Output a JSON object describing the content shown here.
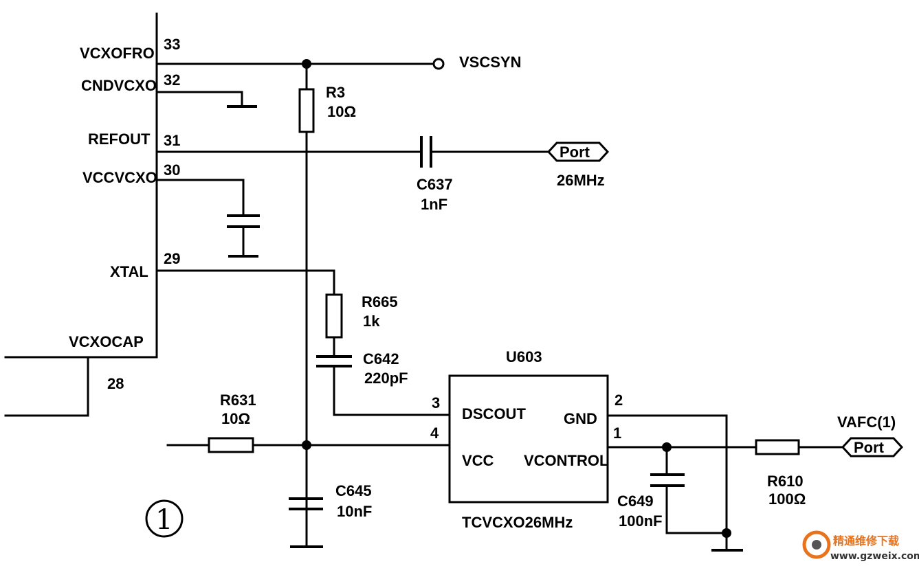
{
  "ic_pins": [
    {
      "name": "VCXOFRO",
      "num": "33"
    },
    {
      "name": "CNDVCXO",
      "num": "32"
    },
    {
      "name": "REFOUT",
      "num": "31"
    },
    {
      "name": "VCCVCXO",
      "num": "30"
    },
    {
      "name": "XTAL",
      "num": "29"
    },
    {
      "name": "VCXOCAP",
      "num": "28"
    }
  ],
  "nets": {
    "vscsyn": "VSCSYN",
    "port_label": "Port",
    "ref_freq": "26MHz",
    "vafc": "VAFC(1)"
  },
  "components": {
    "r3": {
      "ref": "R3",
      "value": "10Ω"
    },
    "c637": {
      "ref": "C637",
      "value": "1nF"
    },
    "r665": {
      "ref": "R665",
      "value": "1k"
    },
    "c642": {
      "ref": "C642",
      "value": "220pF"
    },
    "r631": {
      "ref": "R631",
      "value": "10Ω"
    },
    "c645": {
      "ref": "C645",
      "value": "10nF"
    },
    "c649": {
      "ref": "C649",
      "value": "100nF"
    },
    "r610": {
      "ref": "R610",
      "value": "100Ω"
    }
  },
  "u603": {
    "ref": "U603",
    "part": "TCVCXO26MHz",
    "pins": {
      "dscout": {
        "name": "DSCOUT",
        "num": "3"
      },
      "vcc": {
        "name": "VCC",
        "num": "4"
      },
      "gnd": {
        "name": "GND",
        "num": "2"
      },
      "vcontrol": {
        "name": "VCONTROL",
        "num": "1"
      }
    }
  },
  "figure_marker": "①",
  "watermark": {
    "brand": "精通维修下载",
    "url": "www.gzweix.com"
  }
}
